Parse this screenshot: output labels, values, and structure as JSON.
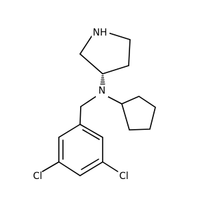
{
  "molecule": {
    "atoms": {
      "pyrrolidine_nh": "N",
      "amine_n": "N",
      "chlorine_left": "Cl",
      "chlorine_right": "Cl"
    },
    "colors": {
      "bond": "#000000",
      "label": "#000000",
      "background": "#ffffff"
    }
  }
}
